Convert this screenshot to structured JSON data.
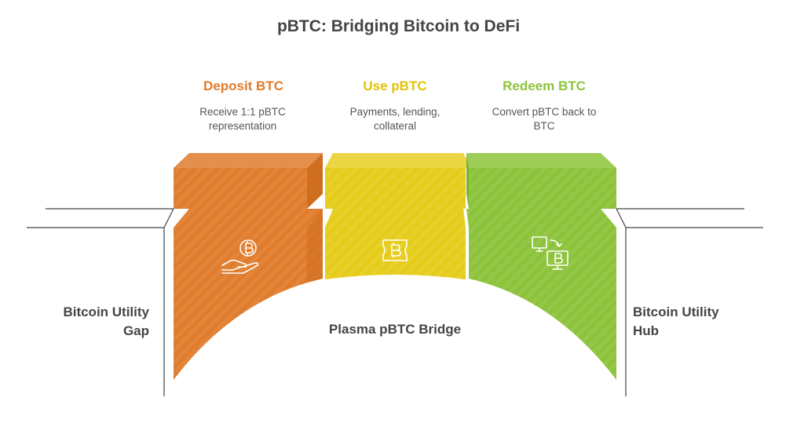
{
  "title": "pBTC: Bridging Bitcoin to DeFi",
  "colors": {
    "deposit": "#E07C2C",
    "use": "#E6CC1A",
    "redeem": "#8CC33A",
    "text": "#444444"
  },
  "steps": [
    {
      "title": "Deposit BTC",
      "description_lines": [
        "Receive 1:1 pBTC",
        "representation"
      ],
      "icon": "bitcoin-hand-icon"
    },
    {
      "title": "Use pBTC",
      "description_lines": [
        "Payments, lending,",
        "collateral"
      ],
      "icon": "bitcoin-ticket-icon"
    },
    {
      "title": "Redeem BTC",
      "description_lines": [
        "Convert pBTC back to",
        "BTC"
      ],
      "icon": "monitor-exchange-icon"
    }
  ],
  "left_label_lines": [
    "Bitcoin Utility",
    "Gap"
  ],
  "right_label_lines": [
    "Bitcoin Utility",
    "Hub"
  ],
  "bridge_label": "Plasma pBTC Bridge"
}
